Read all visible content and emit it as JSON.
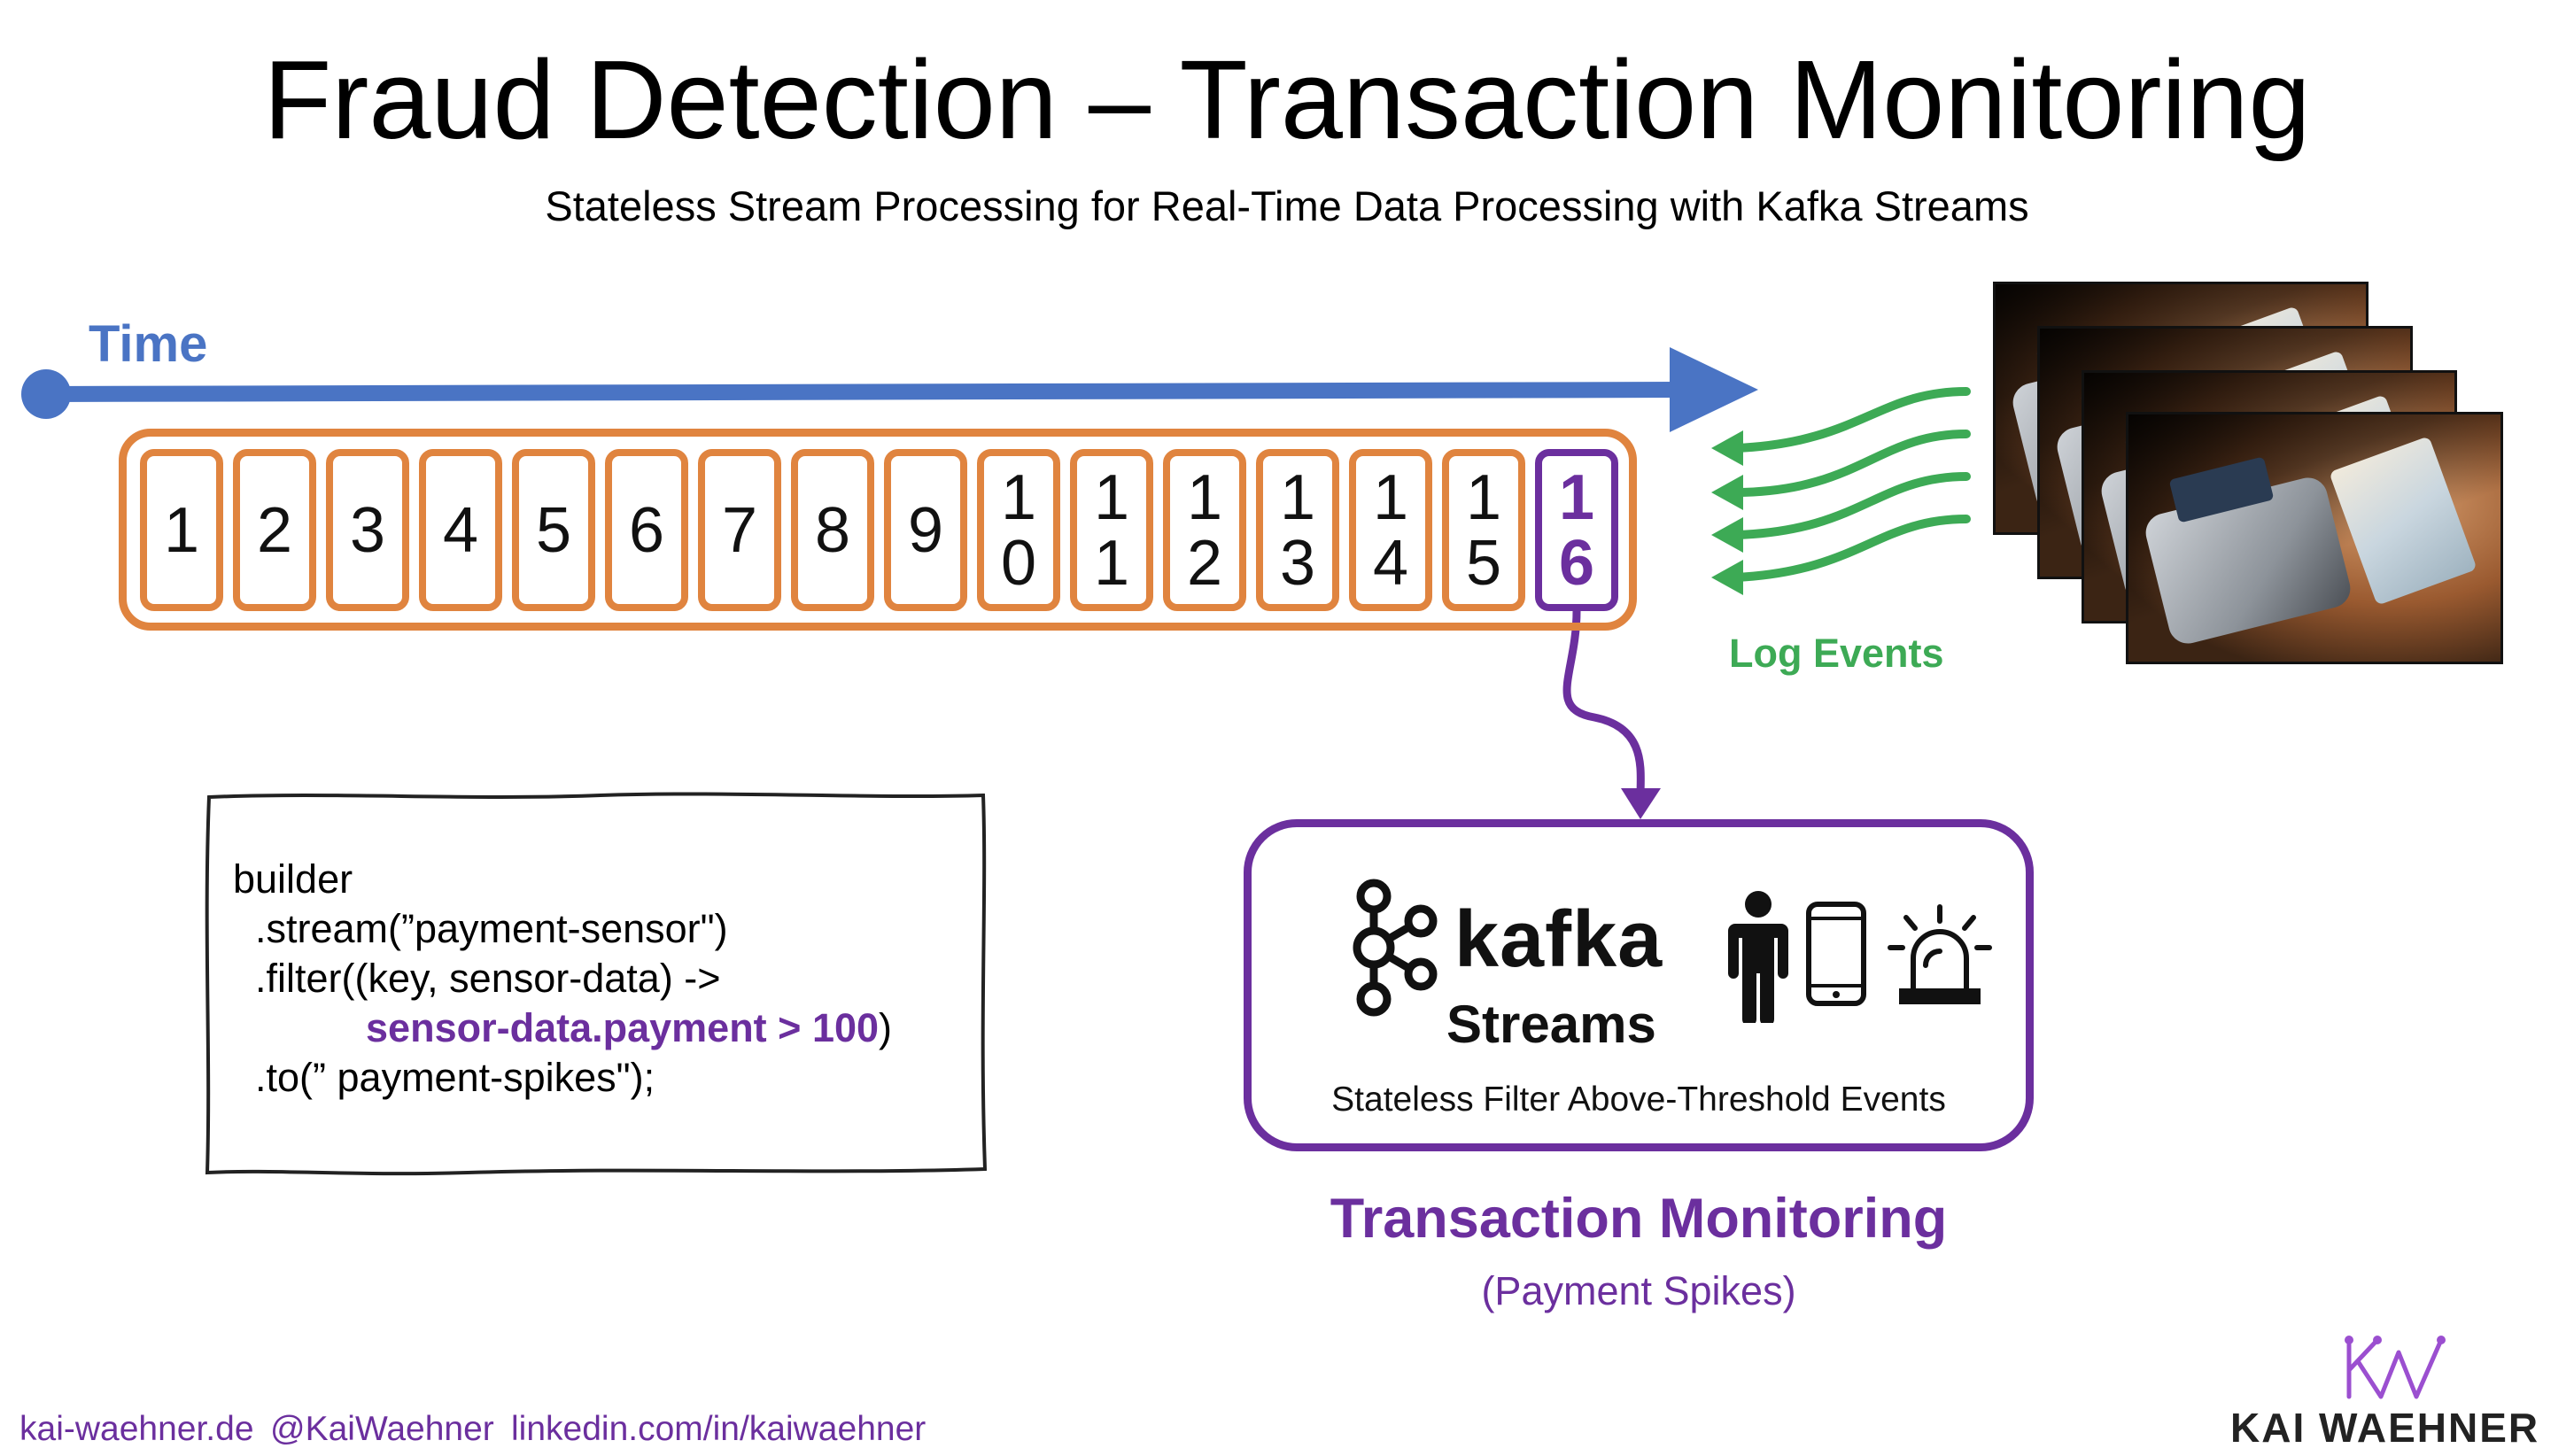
{
  "header": {
    "title": "Fraud Detection – Transaction Monitoring",
    "subtitle": "Stateless Stream Processing for Real-Time Data Processing with Kafka Streams"
  },
  "timeline": {
    "label": "Time",
    "color": "#4a74c4",
    "events": [
      {
        "line1": "1",
        "line2": ""
      },
      {
        "line1": "2",
        "line2": ""
      },
      {
        "line1": "3",
        "line2": ""
      },
      {
        "line1": "4",
        "line2": ""
      },
      {
        "line1": "5",
        "line2": ""
      },
      {
        "line1": "6",
        "line2": ""
      },
      {
        "line1": "7",
        "line2": ""
      },
      {
        "line1": "8",
        "line2": ""
      },
      {
        "line1": "9",
        "line2": ""
      },
      {
        "line1": "1",
        "line2": "0"
      },
      {
        "line1": "1",
        "line2": "1"
      },
      {
        "line1": "1",
        "line2": "2"
      },
      {
        "line1": "1",
        "line2": "3"
      },
      {
        "line1": "1",
        "line2": "4"
      },
      {
        "line1": "1",
        "line2": "5"
      },
      {
        "line1": "1",
        "line2": "6",
        "highlight": true
      }
    ],
    "stream_color": "#e0843f",
    "highlight_color": "#6b2f9e"
  },
  "log_events": {
    "label": "Log Events",
    "color": "#3daa55"
  },
  "code": {
    "line1": "builder",
    "line2": "  .stream(”payment-sensor\")",
    "line3": "  .filter((key, sensor-data) ->",
    "line4_indent": "            ",
    "line4_highlight": "sensor-data.payment > 100",
    "line4_end": ")",
    "line5": "  .to(” payment-spikes\");"
  },
  "processor": {
    "logo_word": "kafka",
    "logo_sub": "Streams",
    "icons": [
      "person-icon",
      "mobile-phone-icon",
      "alarm-siren-icon"
    ],
    "caption": "Stateless Filter Above-Threshold Events",
    "title": "Transaction Monitoring",
    "subtitle": "(Payment Spikes)"
  },
  "footer": {
    "links": [
      "kai-waehner.de",
      "@KaiWaehner",
      "linkedin.com/in/kaiwaehner"
    ],
    "brand_mark": "KW",
    "brand_name": "KAI WAEHNER"
  }
}
